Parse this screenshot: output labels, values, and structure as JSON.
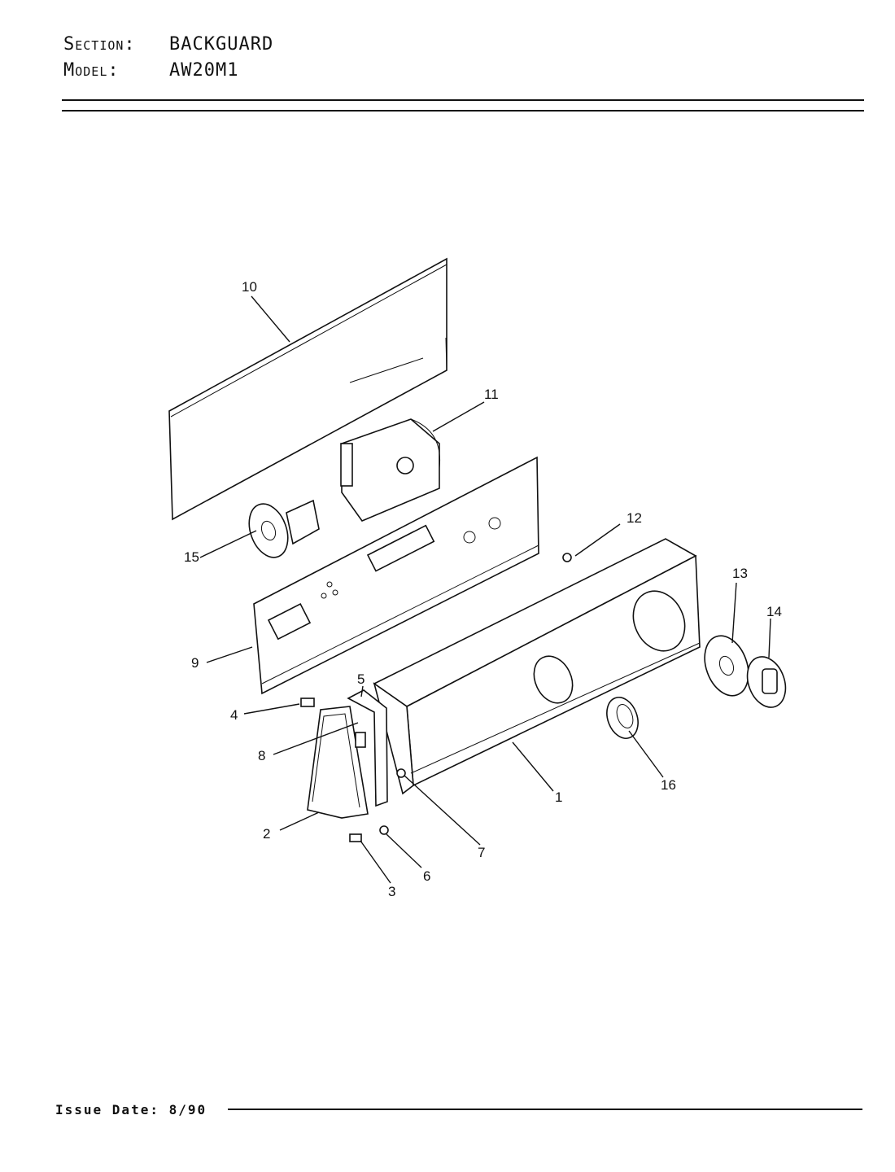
{
  "header": {
    "section_label": "Section:",
    "section_value": "BACKGUARD",
    "model_label": "Model:",
    "model_value": "AW20M1"
  },
  "footer": {
    "issue_date": "Issue Date: 8/90"
  },
  "callouts": {
    "c1": "1",
    "c2": "2",
    "c3": "3",
    "c4": "4",
    "c5": "5",
    "c6": "6",
    "c7": "7",
    "c8": "8",
    "c9": "9",
    "c10": "10",
    "c11": "11",
    "c12": "12",
    "c13": "13",
    "c14": "14",
    "c15": "15",
    "c16": "16"
  }
}
